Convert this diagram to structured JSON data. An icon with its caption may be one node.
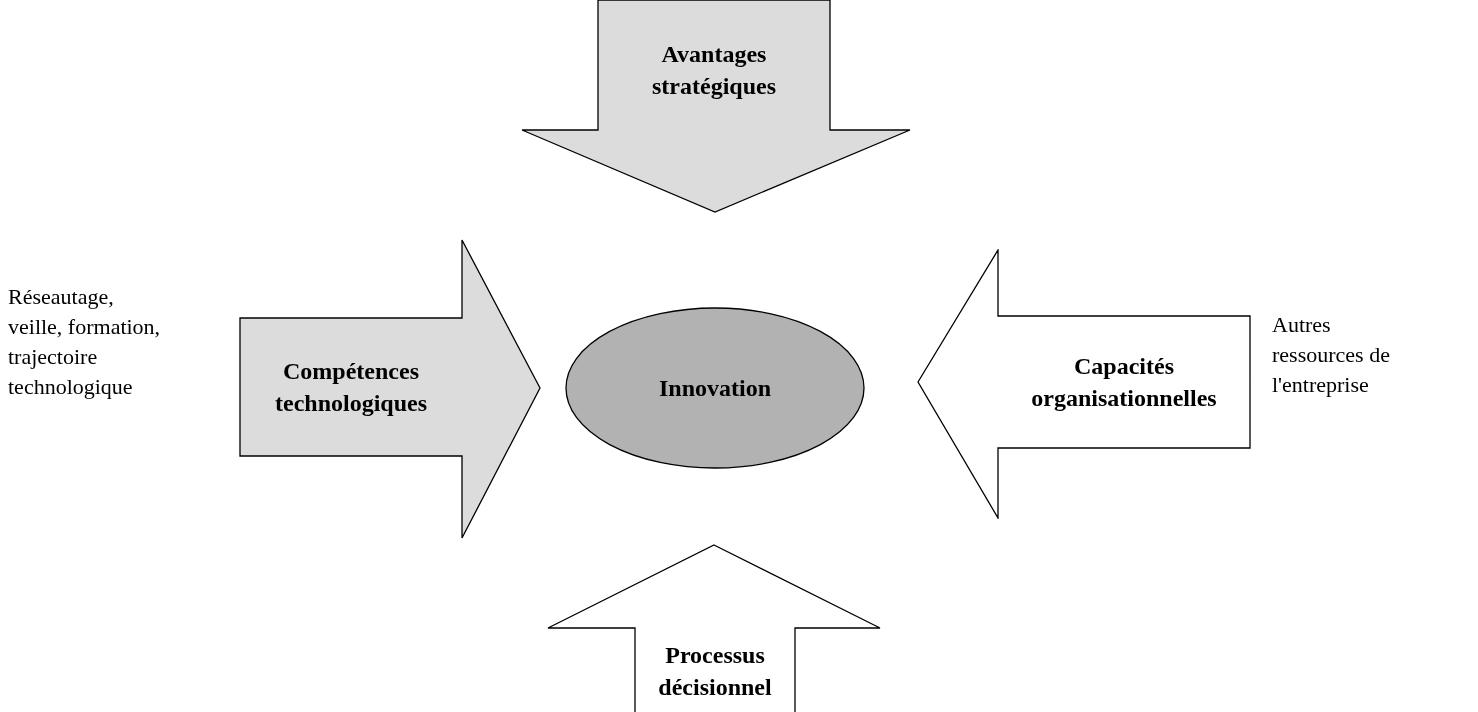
{
  "diagram": {
    "nodes": [
      {
        "text": [
          "Avantages stratégiques"
        ]
      },
      {
        "text": [
          "Compétences technologiques"
        ]
      },
      {
        "text": [
          "Innovation"
        ]
      },
      {
        "text": [
          "Capacités organisationnelles"
        ]
      },
      {
        "text": [
          "Processus décisionnel"
        ]
      }
    ],
    "labels": [
      "Réseautage, veille, formation, trajectoire technologique",
      "Autres ressources de l'entreprise"
    ]
  }
}
